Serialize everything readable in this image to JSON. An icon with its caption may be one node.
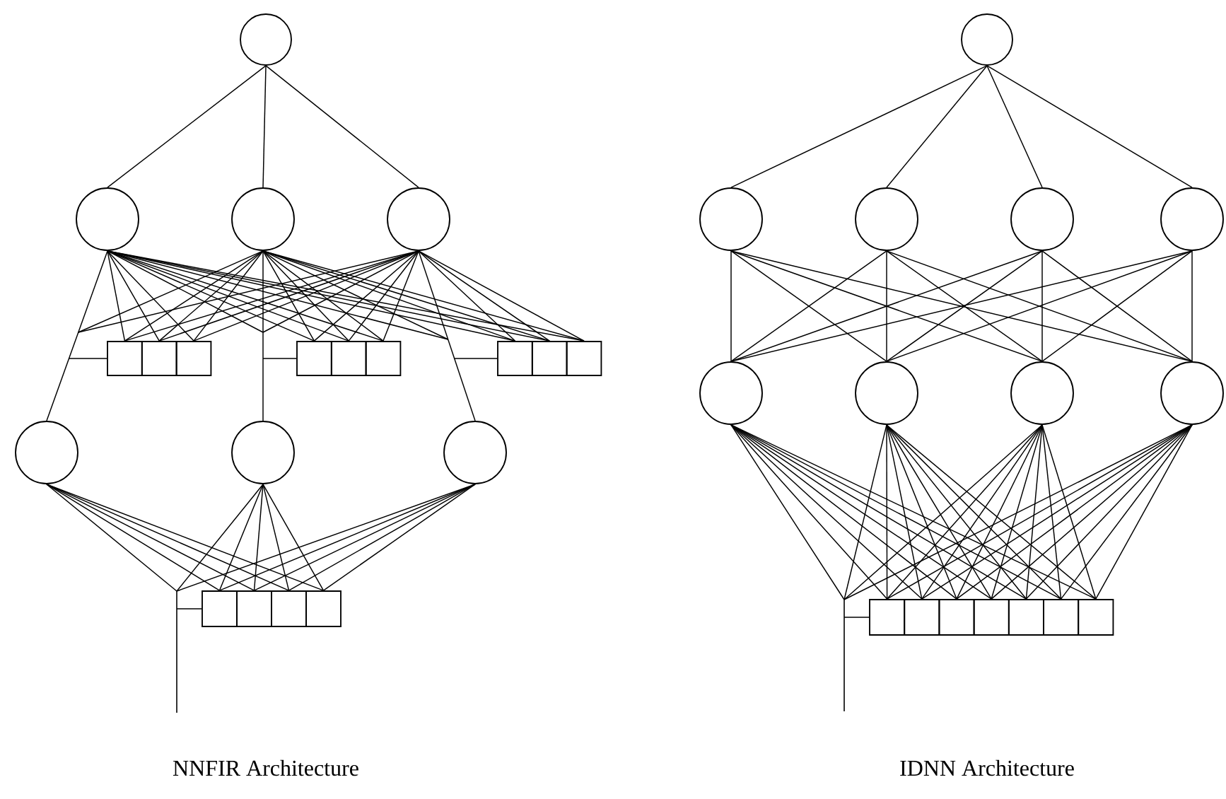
{
  "diagram": {
    "nodes": [
      {
        "text": [],
        "shape": "circle"
      },
      {
        "text": [],
        "shape": "circle"
      },
      {
        "text": [],
        "shape": "circle"
      },
      {
        "text": [],
        "shape": "circle"
      },
      {
        "text": [],
        "shape": "box"
      },
      {
        "text": [],
        "shape": "box"
      },
      {
        "text": [],
        "shape": "box"
      },
      {
        "text": [],
        "shape": "box"
      },
      {
        "text": [],
        "shape": "box"
      },
      {
        "text": [],
        "shape": "box"
      },
      {
        "text": [],
        "shape": "box"
      },
      {
        "text": [],
        "shape": "box"
      },
      {
        "text": [],
        "shape": "box"
      },
      {
        "text": [],
        "shape": "circle"
      },
      {
        "text": [],
        "shape": "circle"
      },
      {
        "text": [],
        "shape": "circle"
      },
      {
        "text": [],
        "shape": "box"
      },
      {
        "text": [],
        "shape": "box"
      },
      {
        "text": [],
        "shape": "box"
      },
      {
        "text": [],
        "shape": "box"
      },
      {
        "text": [],
        "shape": "circle"
      },
      {
        "text": [],
        "shape": "circle"
      },
      {
        "text": [],
        "shape": "circle"
      },
      {
        "text": [],
        "shape": "circle"
      },
      {
        "text": [],
        "shape": "circle"
      },
      {
        "text": [],
        "shape": "circle"
      },
      {
        "text": [],
        "shape": "circle"
      },
      {
        "text": [],
        "shape": "circle"
      },
      {
        "text": [],
        "shape": "circle"
      },
      {
        "text": [],
        "shape": "box"
      },
      {
        "text": [],
        "shape": "box"
      },
      {
        "text": [],
        "shape": "box"
      },
      {
        "text": [],
        "shape": "box"
      },
      {
        "text": [],
        "shape": "box"
      },
      {
        "text": [],
        "shape": "box"
      },
      {
        "text": [],
        "shape": "box"
      }
    ],
    "edges": [
      {
        "from": 0,
        "to": 1,
        "arrow": "none"
      },
      {
        "from": 0,
        "to": 2,
        "arrow": "none"
      },
      {
        "from": 0,
        "to": 3,
        "arrow": "none"
      },
      {
        "from": 1,
        "to": 4,
        "arrow": "none"
      },
      {
        "from": 1,
        "to": 5,
        "arrow": "none"
      },
      {
        "from": 1,
        "to": 6,
        "arrow": "none"
      },
      {
        "from": 1,
        "to": 7,
        "arrow": "none"
      },
      {
        "from": 1,
        "to": 8,
        "arrow": "none"
      },
      {
        "from": 1,
        "to": 9,
        "arrow": "none"
      },
      {
        "from": 1,
        "to": 10,
        "arrow": "none"
      },
      {
        "from": 1,
        "to": 11,
        "arrow": "none"
      },
      {
        "from": 1,
        "to": 12,
        "arrow": "none"
      },
      {
        "from": 2,
        "to": 4,
        "arrow": "none"
      },
      {
        "from": 2,
        "to": 5,
        "arrow": "none"
      },
      {
        "from": 2,
        "to": 6,
        "arrow": "none"
      },
      {
        "from": 2,
        "to": 7,
        "arrow": "none"
      },
      {
        "from": 2,
        "to": 8,
        "arrow": "none"
      },
      {
        "from": 2,
        "to": 9,
        "arrow": "none"
      },
      {
        "from": 2,
        "to": 10,
        "arrow": "none"
      },
      {
        "from": 2,
        "to": 11,
        "arrow": "none"
      },
      {
        "from": 2,
        "to": 12,
        "arrow": "none"
      },
      {
        "from": 3,
        "to": 4,
        "arrow": "none"
      },
      {
        "from": 3,
        "to": 5,
        "arrow": "none"
      },
      {
        "from": 3,
        "to": 6,
        "arrow": "none"
      },
      {
        "from": 3,
        "to": 7,
        "arrow": "none"
      },
      {
        "from": 3,
        "to": 8,
        "arrow": "none"
      },
      {
        "from": 3,
        "to": 9,
        "arrow": "none"
      },
      {
        "from": 3,
        "to": 10,
        "arrow": "none"
      },
      {
        "from": 3,
        "to": 11,
        "arrow": "none"
      },
      {
        "from": 3,
        "to": 12,
        "arrow": "none"
      },
      {
        "from": 1,
        "to": 13,
        "arrow": "none"
      },
      {
        "from": 1,
        "to": null,
        "arrow": "none"
      },
      {
        "from": 1,
        "to": null,
        "arrow": "none"
      },
      {
        "from": 2,
        "to": null,
        "arrow": "none"
      },
      {
        "from": 2,
        "to": 14,
        "arrow": "none"
      },
      {
        "from": 2,
        "to": null,
        "arrow": "none"
      },
      {
        "from": 3,
        "to": null,
        "arrow": "none"
      },
      {
        "from": 3,
        "to": null,
        "arrow": "none"
      },
      {
        "from": 3,
        "to": 15,
        "arrow": "none"
      },
      {
        "from": null,
        "to": 4,
        "arrow": "none"
      },
      {
        "from": null,
        "to": 7,
        "arrow": "none"
      },
      {
        "from": null,
        "to": 10,
        "arrow": "none"
      },
      {
        "from": 13,
        "to": 16,
        "arrow": "none"
      },
      {
        "from": 13,
        "to": 17,
        "arrow": "none"
      },
      {
        "from": 13,
        "to": 18,
        "arrow": "none"
      },
      {
        "from": 13,
        "to": 19,
        "arrow": "none"
      },
      {
        "from": 14,
        "to": 16,
        "arrow": "none"
      },
      {
        "from": 14,
        "to": 17,
        "arrow": "none"
      },
      {
        "from": 14,
        "to": 18,
        "arrow": "none"
      },
      {
        "from": 14,
        "to": 19,
        "arrow": "none"
      },
      {
        "from": 15,
        "to": 16,
        "arrow": "none"
      },
      {
        "from": 15,
        "to": 17,
        "arrow": "none"
      },
      {
        "from": 15,
        "to": 18,
        "arrow": "none"
      },
      {
        "from": 15,
        "to": 19,
        "arrow": "none"
      },
      {
        "from": 13,
        "to": null,
        "arrow": "none"
      },
      {
        "from": 14,
        "to": null,
        "arrow": "none"
      },
      {
        "from": 15,
        "to": null,
        "arrow": "none"
      },
      {
        "from": null,
        "to": 16,
        "arrow": "none"
      },
      {
        "from": 20,
        "to": 21,
        "arrow": "none"
      },
      {
        "from": 20,
        "to": 22,
        "arrow": "none"
      },
      {
        "from": 20,
        "to": 23,
        "arrow": "none"
      },
      {
        "from": 20,
        "to": 24,
        "arrow": "none"
      },
      {
        "from": 21,
        "to": 25,
        "arrow": "none"
      },
      {
        "from": 21,
        "to": 26,
        "arrow": "none"
      },
      {
        "from": 21,
        "to": 27,
        "arrow": "none"
      },
      {
        "from": 21,
        "to": 28,
        "arrow": "none"
      },
      {
        "from": 22,
        "to": 25,
        "arrow": "none"
      },
      {
        "from": 22,
        "to": 26,
        "arrow": "none"
      },
      {
        "from": 22,
        "to": 27,
        "arrow": "none"
      },
      {
        "from": 22,
        "to": 28,
        "arrow": "none"
      },
      {
        "from": 23,
        "to": 25,
        "arrow": "none"
      },
      {
        "from": 23,
        "to": 26,
        "arrow": "none"
      },
      {
        "from": 23,
        "to": 27,
        "arrow": "none"
      },
      {
        "from": 23,
        "to": 28,
        "arrow": "none"
      },
      {
        "from": 24,
        "to": 25,
        "arrow": "none"
      },
      {
        "from": 24,
        "to": 26,
        "arrow": "none"
      },
      {
        "from": 24,
        "to": 27,
        "arrow": "none"
      },
      {
        "from": 24,
        "to": 28,
        "arrow": "none"
      },
      {
        "from": 25,
        "to": 29,
        "arrow": "none"
      },
      {
        "from": 25,
        "to": 30,
        "arrow": "none"
      },
      {
        "from": 25,
        "to": 31,
        "arrow": "none"
      },
      {
        "from": 25,
        "to": 32,
        "arrow": "none"
      },
      {
        "from": 25,
        "to": 33,
        "arrow": "none"
      },
      {
        "from": 25,
        "to": 34,
        "arrow": "none"
      },
      {
        "from": 25,
        "to": 35,
        "arrow": "none"
      },
      {
        "from": 26,
        "to": 29,
        "arrow": "none"
      },
      {
        "from": 26,
        "to": 30,
        "arrow": "none"
      },
      {
        "from": 26,
        "to": 31,
        "arrow": "none"
      },
      {
        "from": 26,
        "to": 32,
        "arrow": "none"
      },
      {
        "from": 26,
        "to": 33,
        "arrow": "none"
      },
      {
        "from": 26,
        "to": 34,
        "arrow": "none"
      },
      {
        "from": 26,
        "to": 35,
        "arrow": "none"
      },
      {
        "from": 27,
        "to": 29,
        "arrow": "none"
      },
      {
        "from": 27,
        "to": 30,
        "arrow": "none"
      },
      {
        "from": 27,
        "to": 31,
        "arrow": "none"
      },
      {
        "from": 27,
        "to": 32,
        "arrow": "none"
      },
      {
        "from": 27,
        "to": 33,
        "arrow": "none"
      },
      {
        "from": 27,
        "to": 34,
        "arrow": "none"
      },
      {
        "from": 27,
        "to": 35,
        "arrow": "none"
      },
      {
        "from": 28,
        "to": 29,
        "arrow": "none"
      },
      {
        "from": 28,
        "to": 30,
        "arrow": "none"
      },
      {
        "from": 28,
        "to": 31,
        "arrow": "none"
      },
      {
        "from": 28,
        "to": 32,
        "arrow": "none"
      },
      {
        "from": 28,
        "to": 33,
        "arrow": "none"
      },
      {
        "from": 28,
        "to": 34,
        "arrow": "none"
      },
      {
        "from": 28,
        "to": 35,
        "arrow": "none"
      },
      {
        "from": 25,
        "to": null,
        "arrow": "none"
      },
      {
        "from": 26,
        "to": null,
        "arrow": "none"
      },
      {
        "from": 27,
        "to": null,
        "arrow": "none"
      },
      {
        "from": 28,
        "to": null,
        "arrow": "none"
      },
      {
        "from": null,
        "to": 29,
        "arrow": "none"
      }
    ],
    "labels": [
      "NNFIR Architecture",
      "IDNN Architecture"
    ]
  }
}
